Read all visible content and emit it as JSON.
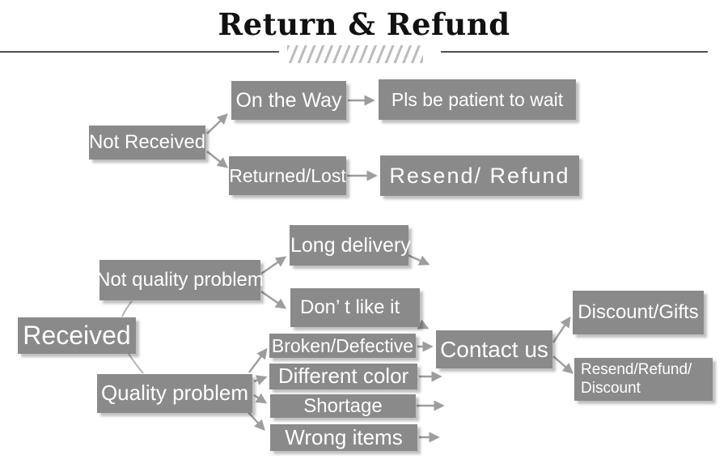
{
  "header": {
    "title": "Return & Refund"
  },
  "flow": {
    "not_received": {
      "label": "Not Received"
    },
    "on_the_way": {
      "label": "On the Way"
    },
    "pls_wait": {
      "label": "Pls be patient to wait"
    },
    "returned_lost": {
      "label": "Returned/Lost"
    },
    "resend_refund": {
      "label": "Resend/ Refund"
    },
    "received": {
      "label": "Received"
    },
    "not_quality_problem": {
      "label": "Not quality problem"
    },
    "long_delivery": {
      "label": "Long delivery"
    },
    "dont_like_it": {
      "label": "Don’ t like it"
    },
    "quality_problem": {
      "label": "Quality problem"
    },
    "broken_defective": {
      "label": "Broken/Defective"
    },
    "different_color": {
      "label": "Different color"
    },
    "shortage": {
      "label": "Shortage"
    },
    "wrong_items": {
      "label": "Wrong items"
    },
    "contact_us": {
      "label": "Contact us"
    },
    "discount_gifts": {
      "label": "Discount/Gifts"
    },
    "resend_refund_discount": {
      "line1": "Resend/Refund/",
      "line2": "Discount"
    }
  },
  "colors": {
    "box": "#8a8a8a",
    "box_text": "#ffffff",
    "arrow": "#9d9d9d",
    "connector": "#b3b3b3",
    "divider": "#4f4f4f",
    "hatch": "#bcbcbc",
    "title_text": "#111111"
  }
}
